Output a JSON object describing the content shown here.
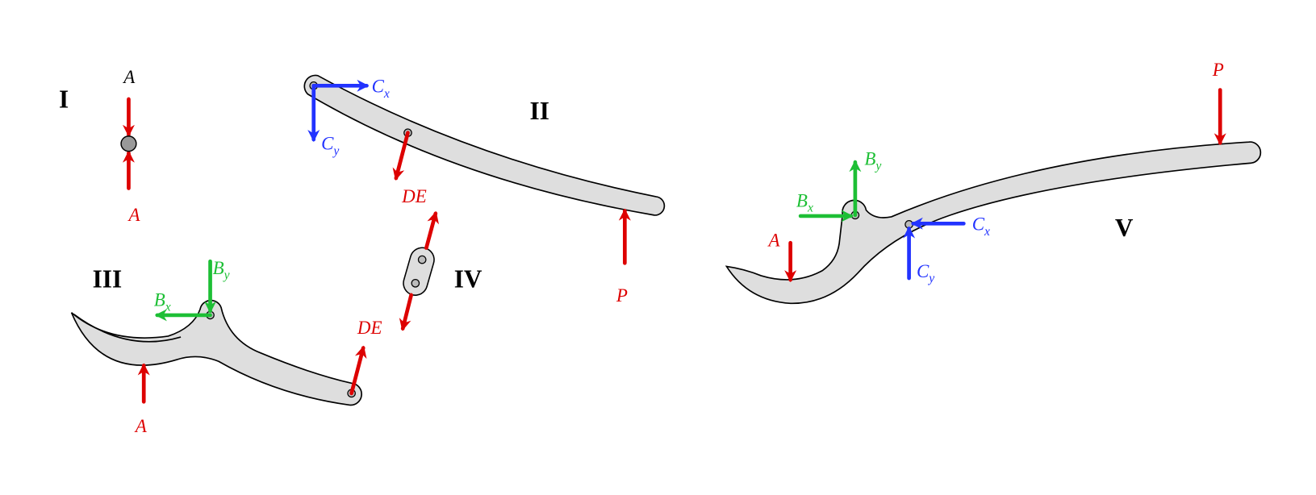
{
  "panels": {
    "I": {
      "label": "I",
      "force_top": "A",
      "force_bottom": "A"
    },
    "II": {
      "label": "II",
      "Cx": {
        "main": "C",
        "sub": "x"
      },
      "Cy": {
        "main": "C",
        "sub": "y"
      },
      "DE": "DE",
      "P": "P"
    },
    "III": {
      "label": "III",
      "Bx": {
        "main": "B",
        "sub": "x"
      },
      "By": {
        "main": "B",
        "sub": "y"
      },
      "A": "A",
      "DE": "DE"
    },
    "IV": {
      "label": "IV",
      "DE": "DE"
    },
    "V": {
      "label": "V",
      "Bx": {
        "main": "B",
        "sub": "x"
      },
      "By": {
        "main": "B",
        "sub": "y"
      },
      "Cx": {
        "main": "C",
        "sub": "x"
      },
      "Cy": {
        "main": "C",
        "sub": "y"
      },
      "A": "A",
      "P": "P"
    }
  },
  "colors": {
    "A_DE_P": "#dd0000",
    "C": "#2233ff",
    "B": "#1dbf35",
    "part_fill": "#dedede"
  }
}
